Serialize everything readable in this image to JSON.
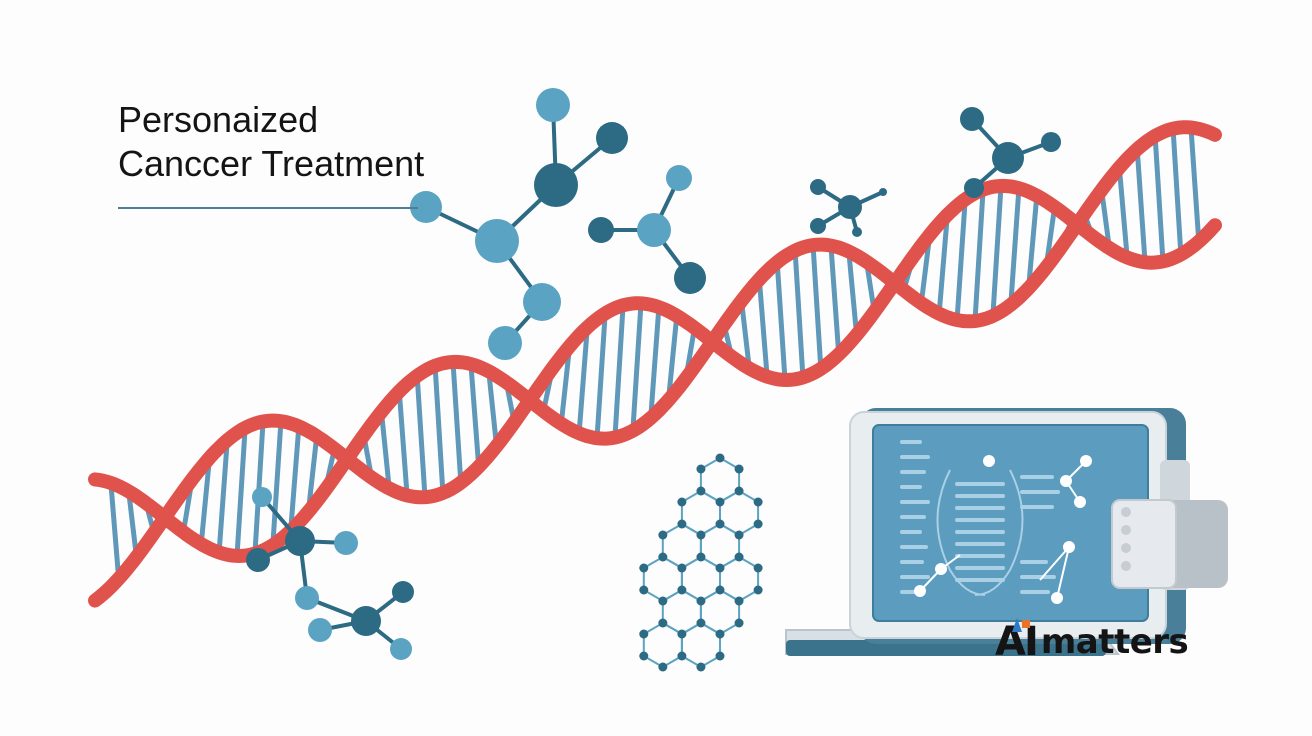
{
  "title": {
    "line1": "Personaized",
    "line2": "Canccer Treatment"
  },
  "brand": {
    "mark": "AI",
    "word": "matters"
  },
  "colors": {
    "strand": "#e0534c",
    "rung": "#5f98b9",
    "molecule_dark": "#2d6a84",
    "molecule_light": "#5aa3c2",
    "screen": "#5b9cbf",
    "device_frame": "#e6ecf0",
    "brand_accent_orange": "#e8742c",
    "brand_accent_blue": "#2f7ac4"
  },
  "icons": [
    "dna-helix-icon",
    "molecule-icon",
    "hexagon-lattice-icon",
    "laptop-icon",
    "dna-screen-icon"
  ]
}
